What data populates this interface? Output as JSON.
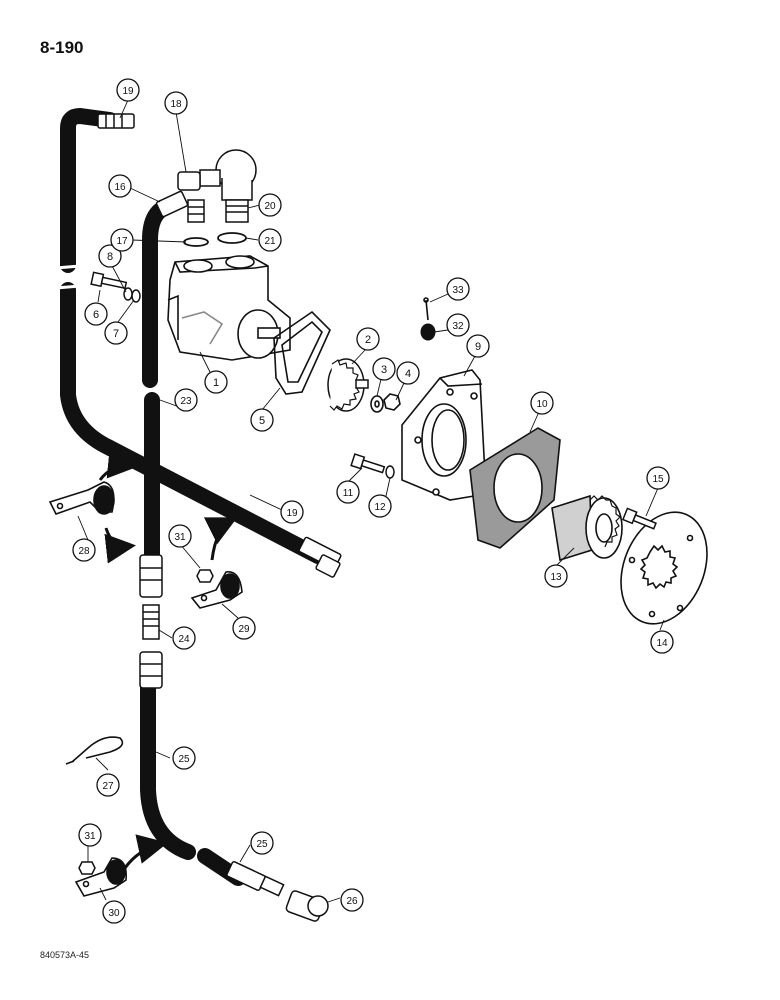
{
  "page_number": "8-190",
  "figure_id": "840573A-45",
  "callouts": [
    "1",
    "2",
    "3",
    "4",
    "5",
    "6",
    "7",
    "8",
    "9",
    "10",
    "11",
    "12",
    "13",
    "14",
    "15",
    "16",
    "17",
    "18",
    "19",
    "19",
    "20",
    "21",
    "23",
    "24",
    "25",
    "25",
    "26",
    "27",
    "28",
    "29",
    "30",
    "31",
    "31",
    "32",
    "33"
  ],
  "colors": {
    "ink": "#111111",
    "paper": "#ffffff",
    "shade": "#bdbdbd"
  }
}
